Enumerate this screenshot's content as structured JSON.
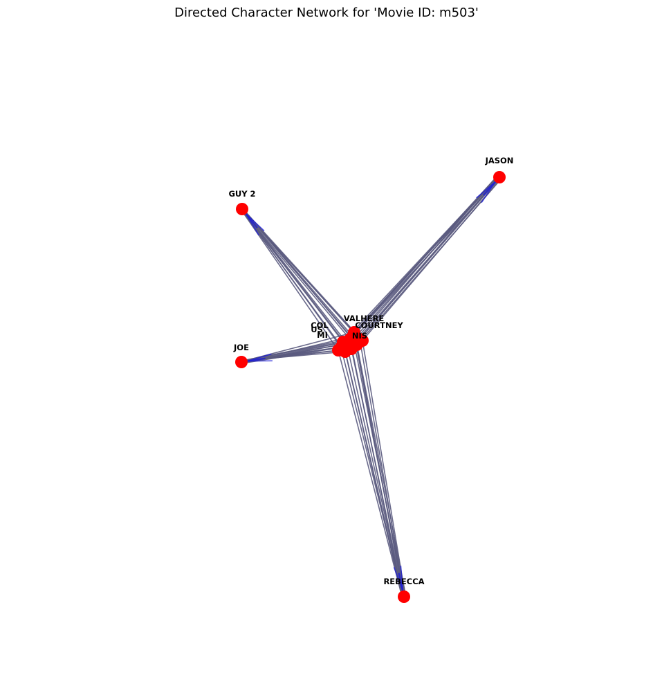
{
  "title": "Directed Character Network for 'Movie ID: m503'",
  "style": {
    "node_color": "#ff0000",
    "edge_color": "#5a5a7e",
    "arrow_color": "#1f1fd6",
    "label_color": "#000000",
    "background": "#ffffff"
  },
  "outer_nodes": [
    {
      "id": "jason",
      "label": "JASON"
    },
    {
      "id": "guy2",
      "label": "GUY 2"
    },
    {
      "id": "joe",
      "label": "JOE"
    },
    {
      "id": "rebecca",
      "label": "REBECCA"
    }
  ],
  "cluster_labels": [
    {
      "id": "valhere",
      "label": "VALHERE"
    },
    {
      "id": "courtney",
      "label": "COURTNEY"
    },
    {
      "id": "col",
      "label": "COL"
    },
    {
      "id": "us",
      "label": "US"
    },
    {
      "id": "nis",
      "label": "NIS"
    },
    {
      "id": "mi",
      "label": "MI"
    }
  ]
}
